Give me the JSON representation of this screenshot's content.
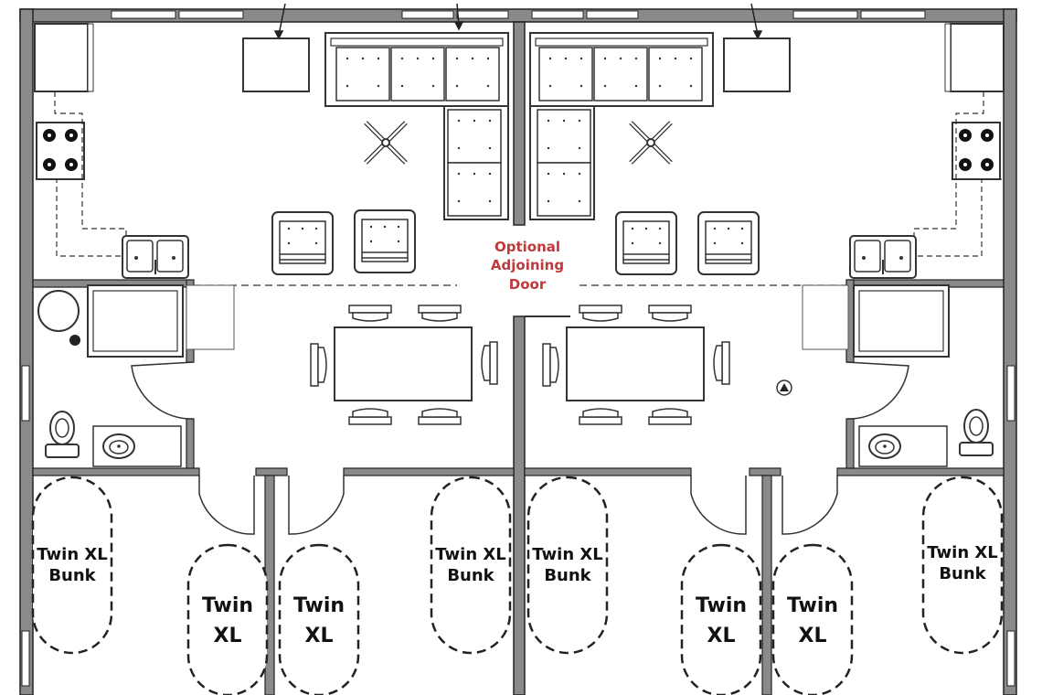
{
  "annotation": {
    "line1": "Optional",
    "line2": "Adjoining",
    "line3": "Door",
    "color": "#c0393b"
  },
  "bunk_label": {
    "line1": "Twin XL",
    "line2": "Bunk"
  },
  "bed_label": {
    "line1": "Twin",
    "line2": "XL"
  },
  "colors": {
    "wall": "#7f7f7f",
    "wall_outline": "#222222",
    "furniture": "#333333",
    "dashed": "#333333"
  }
}
